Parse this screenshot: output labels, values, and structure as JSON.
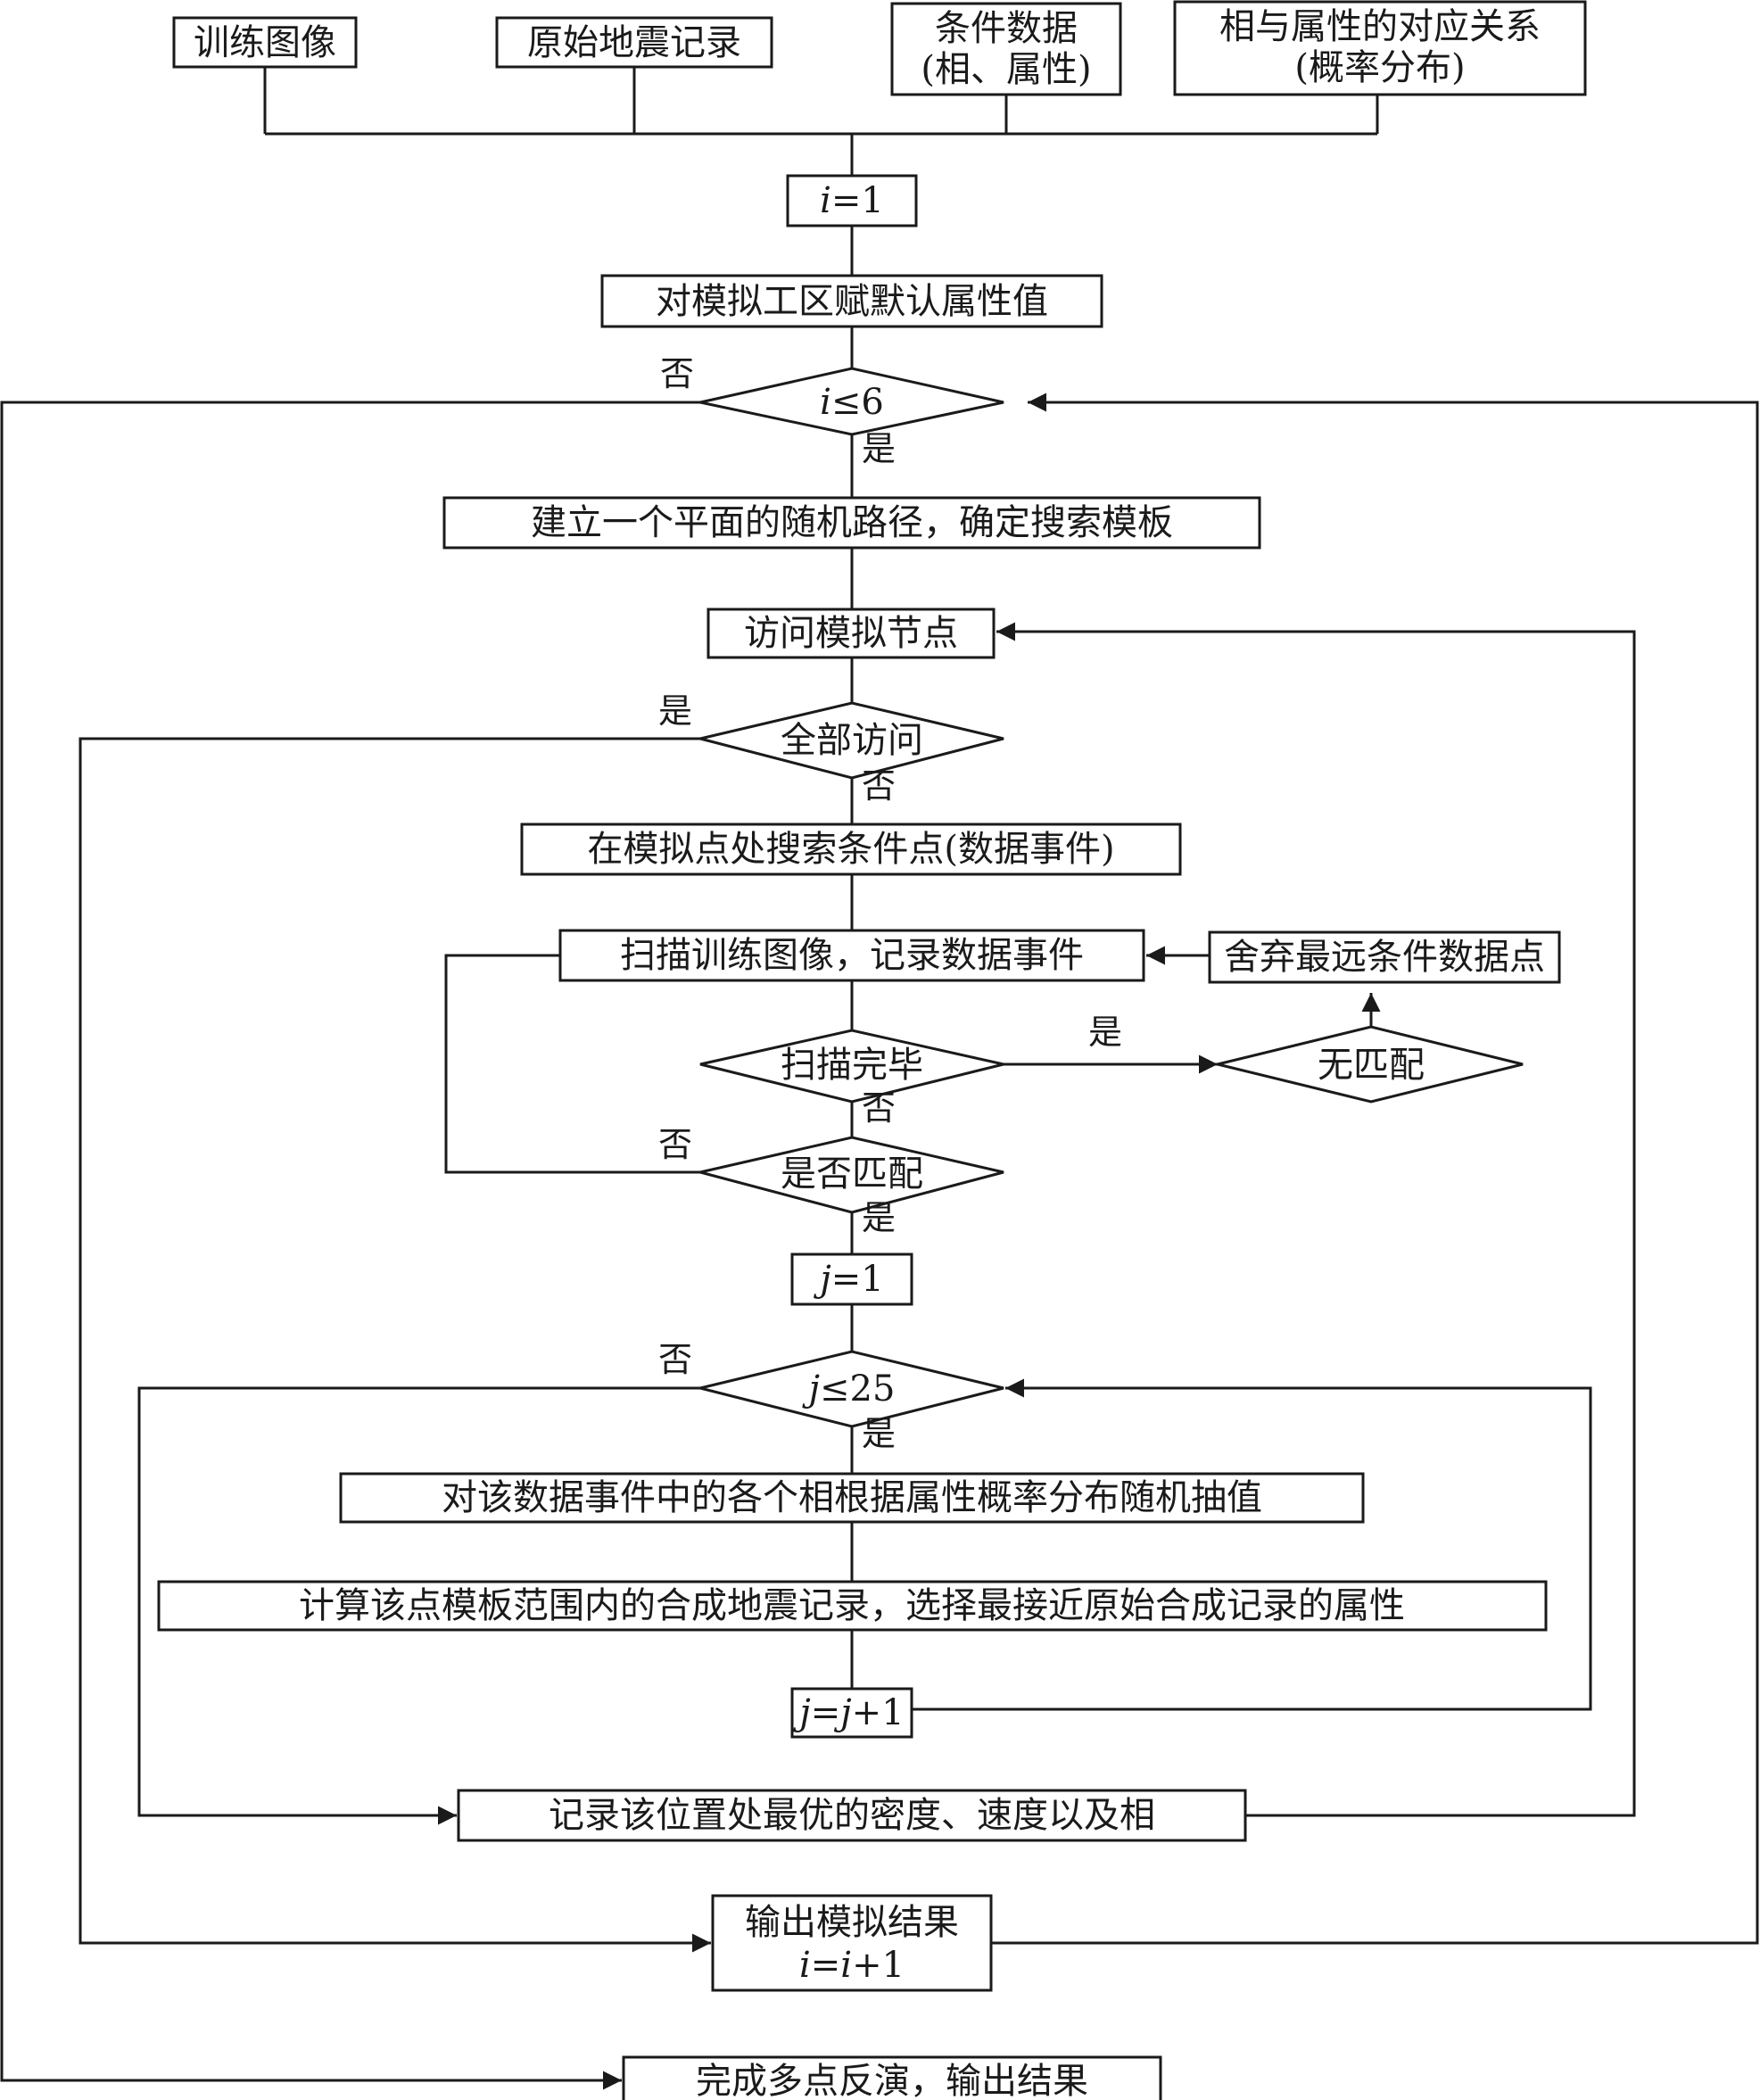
{
  "inputs": {
    "training_image": "训练图像",
    "raw_seismic": "原始地震记录",
    "conditional_data_line1": "条件数据",
    "conditional_data_line2": "(相、属性)",
    "facies_attribute_line1": "相与属性的对应关系",
    "facies_attribute_line2": "(概率分布)"
  },
  "steps": {
    "init_i_var": "i",
    "init_i_rest": "=1",
    "assign_default": "对模拟工区赋默认属性值",
    "random_path": "建立一个平面的随机路径，确定搜索模板",
    "visit_node": "访问模拟节点",
    "search_conditional": "在模拟点处搜索条件点(数据事件)",
    "scan_training": "扫描训练图像，记录数据事件",
    "discard_farthest": "舍弃最远条件数据点",
    "init_j_var": "j",
    "init_j_rest": "=1",
    "random_draw": "对该数据事件中的各个相根据属性概率分布随机抽值",
    "compute_synthetic": "计算该点模板范围内的合成地震记录，选择最接近原始合成记录的属性",
    "inc_j_a": "j",
    "inc_j_b": "=",
    "inc_j_c": "j",
    "inc_j_d": "+1",
    "record_optimal": "记录该位置处最优的密度、速度以及相",
    "output_line1": "输出模拟结果",
    "output_i_a": "i",
    "output_i_b": "=",
    "output_i_c": "i",
    "output_i_d": "+1",
    "finish": "完成多点反演，输出结果"
  },
  "decisions": {
    "i_le_var": "i",
    "i_le_rest": "≤6",
    "all_visited": "全部访问",
    "scan_done": "扫描完毕",
    "no_match": "无匹配",
    "is_match": "是否匹配",
    "j_le_var": "j",
    "j_le_rest": "≤25"
  },
  "branch_labels": {
    "yes": "是",
    "no": "否"
  }
}
